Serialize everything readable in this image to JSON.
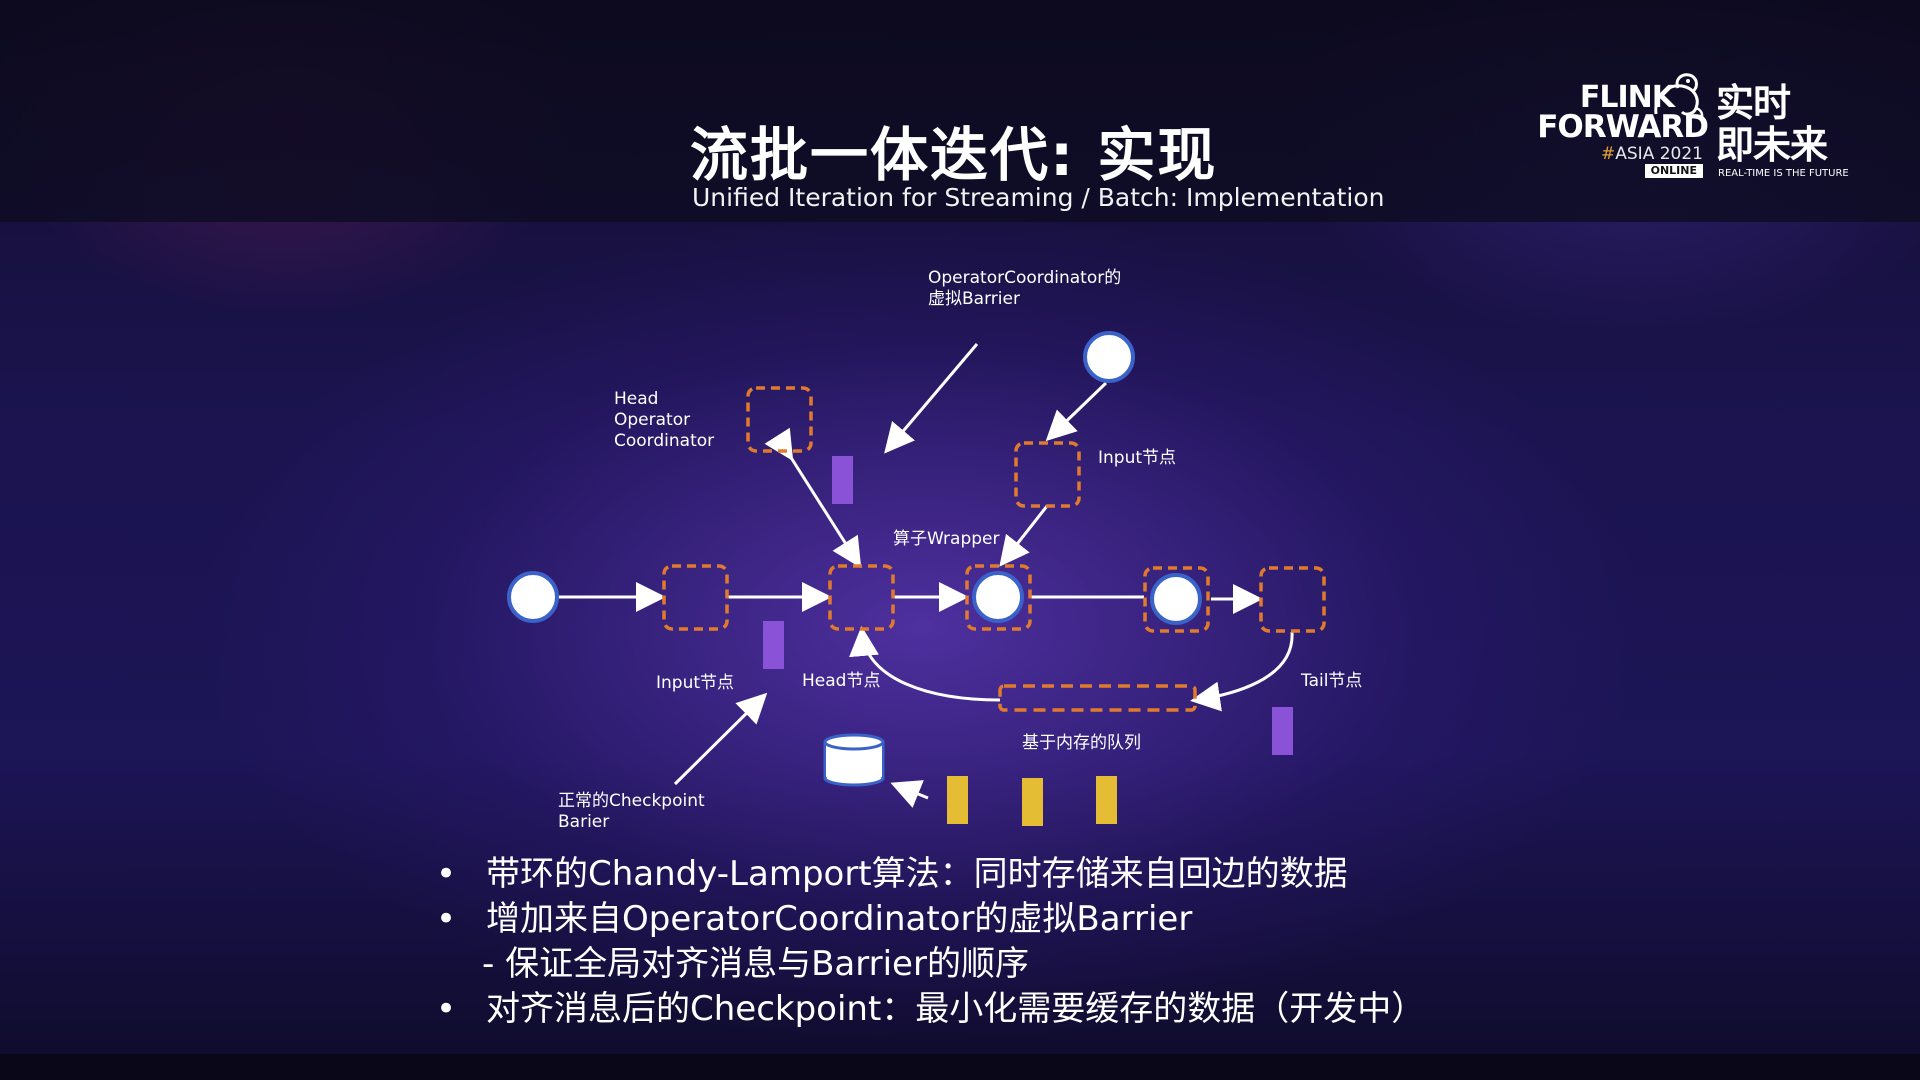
{
  "slide": {
    "title": "流批一体迭代: 实现",
    "subtitle": "Unified Iteration for Streaming / Batch: Implementation"
  },
  "logo": {
    "line1": "FLINK",
    "line2": "FORWARD",
    "event_hash": "#",
    "event_name": "ASIA 2021",
    "badge": "ONLINE",
    "cn_top": "实时",
    "cn_bottom": "即未来",
    "cn_en": "REAL-TIME IS THE FUTURE"
  },
  "diagram": {
    "labels": {
      "virtual_barrier": "OperatorCoordinator的\n虚拟Barrier",
      "head_coordinator": "Head\nOperator\nCoordinator",
      "input_node_top": "Input节点",
      "operator_wrapper": "算子Wrapper",
      "input_node_bottom": "Input节点",
      "head_node": "Head节点",
      "tail_node": "Tail节点",
      "memory_queue": "基于内存的队列",
      "normal_barrier": "正常的Checkpoint\nBarier"
    },
    "colors": {
      "node_border": "#e07b2e",
      "circle_fill": "#ffffff",
      "circle_border": "#3a62c9",
      "barrier_purple": "#8a52d6",
      "data_yellow": "#e5bd35",
      "arrow": "#ffffff"
    },
    "icons": {
      "storage": "database-cylinder-icon"
    }
  },
  "bullets": [
    {
      "marker": "•",
      "text": "带环的Chandy-Lamport算法：同时存储来自回边的数据"
    },
    {
      "marker": "•",
      "text": "增加来自OperatorCoordinator的虚拟Barrier"
    },
    {
      "marker": "",
      "text": "- 保证全局对齐消息与Barrier的顺序"
    },
    {
      "marker": "•",
      "text": "对齐消息后的Checkpoint：最小化需要缓存的数据（开发中）"
    }
  ]
}
